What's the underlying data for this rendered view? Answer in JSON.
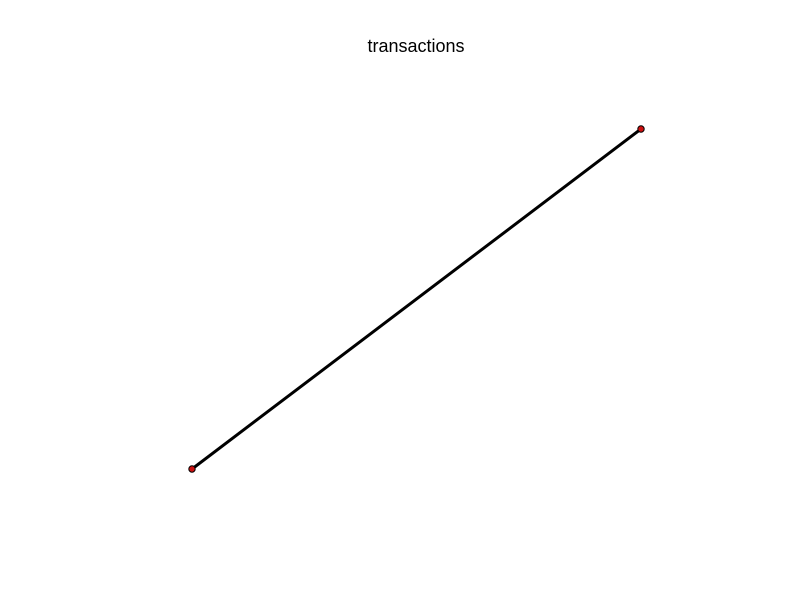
{
  "title": "transactions",
  "graph": {
    "nodes": [
      {
        "id": "node-a"
      },
      {
        "id": "node-b"
      }
    ],
    "edges": [
      {
        "source": "node-a",
        "target": "node-b"
      }
    ]
  },
  "colors": {
    "edge": "#000000",
    "node_fill": "#cc1111",
    "node_stroke": "#000000",
    "background": "#ffffff"
  }
}
